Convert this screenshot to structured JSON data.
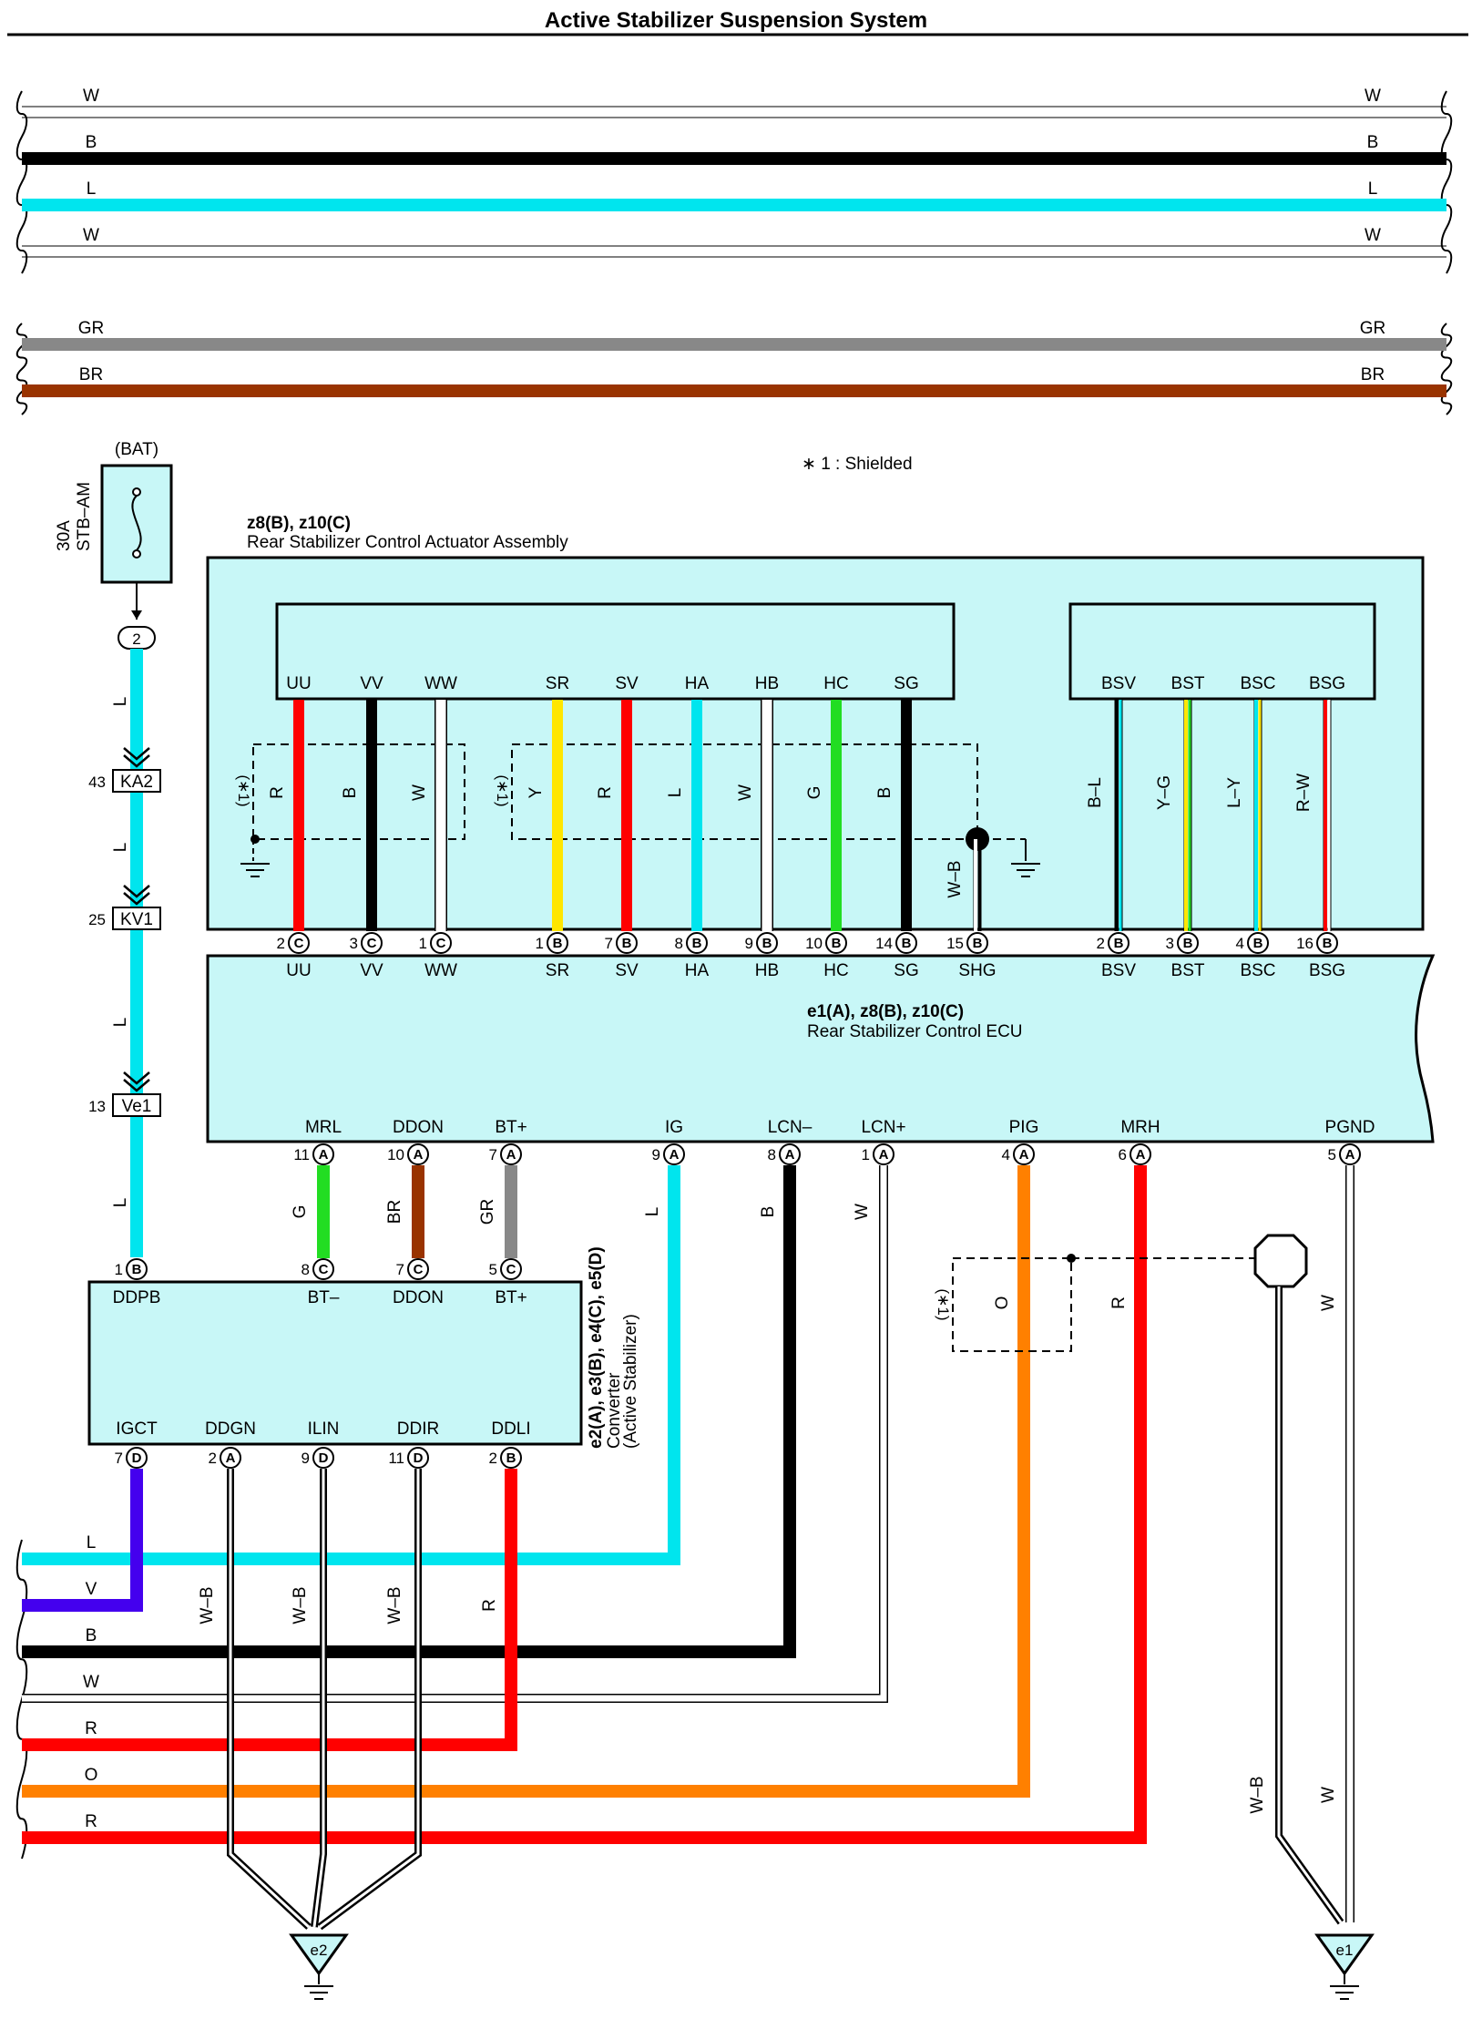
{
  "title": "Active Stabilizer Suspension System",
  "note": "∗ 1 : Shielded",
  "shield_mark": "(∗1)",
  "fuse": {
    "source": "(BAT)",
    "rating": "30A",
    "name": "STB–AM",
    "junction": "2"
  },
  "feed_connectors": [
    {
      "pin": "43",
      "name": "KA2"
    },
    {
      "pin": "25",
      "name": "KV1"
    },
    {
      "pin": "13",
      "name": "Ve1"
    }
  ],
  "feed_wire_color": "L",
  "top_bus": [
    {
      "color": "W",
      "hex": "#ffffff"
    },
    {
      "color": "B",
      "hex": "#000000"
    },
    {
      "color": "L",
      "hex": "#00e5ee"
    },
    {
      "color": "W",
      "hex": "#ffffff"
    },
    {
      "color": "GR",
      "hex": "#888888"
    },
    {
      "color": "BR",
      "hex": "#993300"
    }
  ],
  "actuator": {
    "code": "z8(B), z10(C)",
    "name": "Rear Stabilizer Control Actuator Assembly",
    "terminals": [
      "UU",
      "VV",
      "WW",
      "SR",
      "SV",
      "HA",
      "HB",
      "HC",
      "SG",
      "BSV",
      "BST",
      "BSC",
      "BSG"
    ],
    "wires": [
      "R",
      "B",
      "W",
      "Y",
      "R",
      "L",
      "W",
      "G",
      "B",
      "B–L",
      "Y–G",
      "L–Y",
      "R–W"
    ],
    "shield_wire": "W–B"
  },
  "ecu": {
    "code": "e1(A), z8(B), z10(C)",
    "name": "Rear Stabilizer Control ECU",
    "top_pins": [
      {
        "num": "2",
        "conn": "C",
        "label": "UU"
      },
      {
        "num": "3",
        "conn": "C",
        "label": "VV"
      },
      {
        "num": "1",
        "conn": "C",
        "label": "WW"
      },
      {
        "num": "1",
        "conn": "B",
        "label": "SR"
      },
      {
        "num": "7",
        "conn": "B",
        "label": "SV"
      },
      {
        "num": "8",
        "conn": "B",
        "label": "HA"
      },
      {
        "num": "9",
        "conn": "B",
        "label": "HB"
      },
      {
        "num": "10",
        "conn": "B",
        "label": "HC"
      },
      {
        "num": "14",
        "conn": "B",
        "label": "SG"
      },
      {
        "num": "15",
        "conn": "B",
        "label": "SHG"
      },
      {
        "num": "2",
        "conn": "B",
        "label": "BSV"
      },
      {
        "num": "3",
        "conn": "B",
        "label": "BST"
      },
      {
        "num": "4",
        "conn": "B",
        "label": "BSC"
      },
      {
        "num": "16",
        "conn": "B",
        "label": "BSG"
      }
    ],
    "bottom_pins": [
      {
        "num": "11",
        "conn": "A",
        "label": "MRL",
        "wire": "G"
      },
      {
        "num": "10",
        "conn": "A",
        "label": "DDON",
        "wire": "BR"
      },
      {
        "num": "7",
        "conn": "A",
        "label": "BT+",
        "wire": "GR"
      },
      {
        "num": "9",
        "conn": "A",
        "label": "IG",
        "wire": "L"
      },
      {
        "num": "8",
        "conn": "A",
        "label": "LCN–",
        "wire": "B"
      },
      {
        "num": "1",
        "conn": "A",
        "label": "LCN+",
        "wire": "W"
      },
      {
        "num": "4",
        "conn": "A",
        "label": "PIG",
        "wire": "O"
      },
      {
        "num": "6",
        "conn": "A",
        "label": "MRH",
        "wire": "R"
      },
      {
        "num": "5",
        "conn": "A",
        "label": "PGND",
        "wire": "W"
      }
    ]
  },
  "converter": {
    "code": "e2(A), e3(B), e4(C), e5(D)",
    "name": "Converter",
    "sub": "(Active Stabilizer)",
    "top_pins": [
      {
        "num": "1",
        "conn": "B",
        "label": "DDPB"
      },
      {
        "num": "8",
        "conn": "C",
        "label": "BT–"
      },
      {
        "num": "7",
        "conn": "C",
        "label": "DDON"
      },
      {
        "num": "5",
        "conn": "C",
        "label": "BT+"
      }
    ],
    "bottom_pins": [
      {
        "num": "7",
        "conn": "D",
        "label": "IGCT",
        "wire": "V"
      },
      {
        "num": "2",
        "conn": "A",
        "label": "DDGN",
        "wire": "W–B"
      },
      {
        "num": "9",
        "conn": "D",
        "label": "ILIN",
        "wire": "W–B"
      },
      {
        "num": "11",
        "conn": "D",
        "label": "DDIR",
        "wire": "W–B"
      },
      {
        "num": "2",
        "conn": "B",
        "label": "DDLI",
        "wire": "R"
      }
    ]
  },
  "bottom_bus": [
    "L",
    "V",
    "B",
    "W",
    "R",
    "O",
    "R"
  ],
  "pig_shield_wire": "O",
  "pgnd_shield_wire": "W–B",
  "grounds": [
    "e2",
    "e1"
  ],
  "colors": {
    "L": "#00e5ee",
    "B": "#000000",
    "R": "#ff0000",
    "W": "#ffffff",
    "Y": "#ffe600",
    "G": "#22dd22",
    "GR": "#888888",
    "BR": "#993300",
    "O": "#ff8000",
    "V": "#4400ee",
    "box": "#c8f7f7"
  }
}
